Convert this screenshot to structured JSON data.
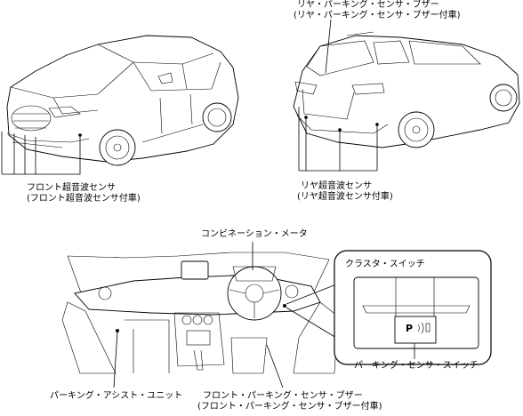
{
  "labels": {
    "rear_buzzer": "リヤ・パーキング・センサ・ブザー",
    "rear_buzzer_sub": "(リヤ・パーキング・センサ・ブザー付車)",
    "front_sensor": "フロント超音波センサ",
    "front_sensor_sub": "(フロント超音波センサ付車)",
    "rear_sensor": "リヤ超音波センサ",
    "rear_sensor_sub": "(リヤ超音波センサ付車)",
    "combination_meter": "コンビネーション・メータ",
    "cluster_switch": "クラスタ・スイッチ",
    "parking_sensor_switch": "パーキング・センサ・スイッチ",
    "parking_assist_unit": "パーキング・アシスト・ユニット",
    "front_buzzer": "フロント・パーキング・センサ・ブザー",
    "front_buzzer_sub": "(フロント・パーキング・センサ・ブザー付車)",
    "switch_symbol": "P"
  }
}
